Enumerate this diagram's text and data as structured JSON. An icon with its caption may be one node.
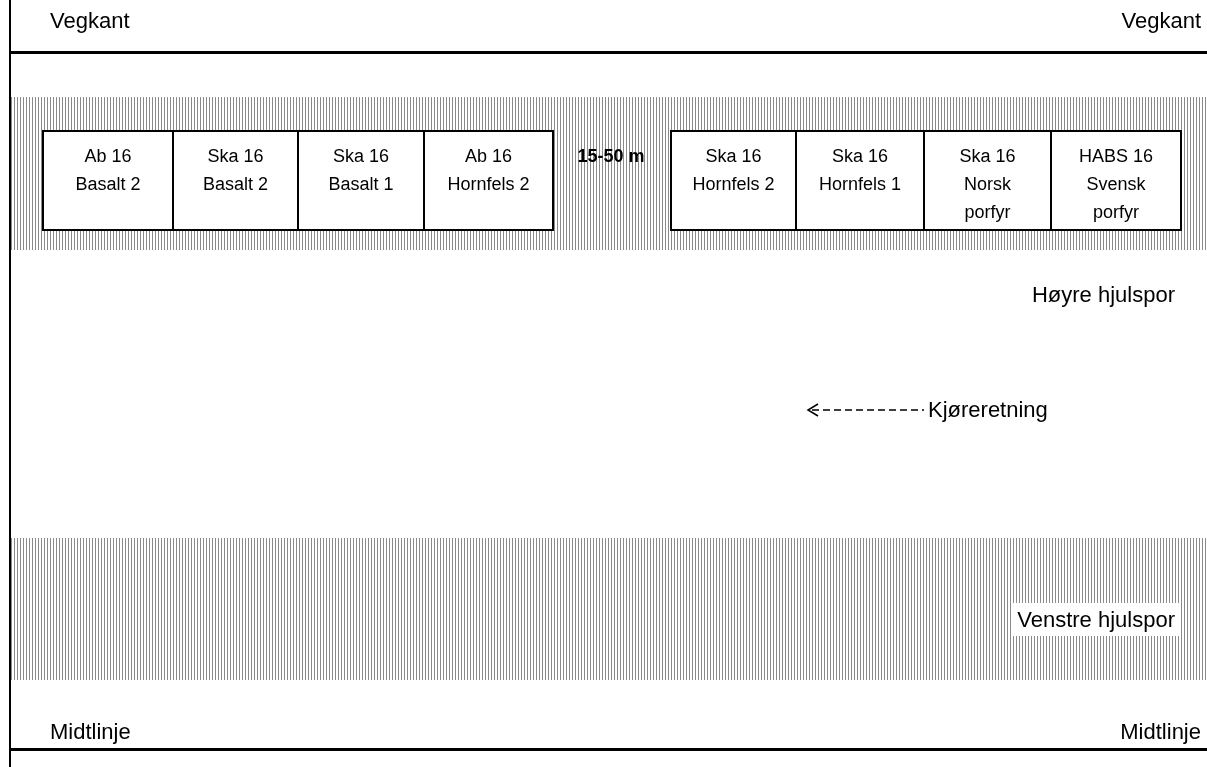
{
  "diagram": {
    "nodes": [
      {
        "text": [
          "Ab 16",
          "Basalt 2"
        ]
      },
      {
        "text": [
          "Ska 16",
          "Basalt 2"
        ]
      },
      {
        "text": [
          "Ska 16",
          "Basalt 1"
        ]
      },
      {
        "text": [
          "Ab 16",
          "Hornfels 2"
        ]
      },
      {
        "text": [
          "Ska 16",
          "Hornfels 2"
        ]
      },
      {
        "text": [
          "Ska 16",
          "Hornfels 1"
        ]
      },
      {
        "text": [
          "Ska 16",
          "Norsk porfyr"
        ]
      },
      {
        "text": [
          "HABS 16",
          "Svensk porfyr"
        ]
      }
    ],
    "edges": [],
    "labels": [
      "Vegkant",
      "Vegkant",
      "15-50 m",
      "Høyre hjulspor",
      "Kjøreretning",
      "Venstre hjulspor",
      "Midtlinje",
      "Midtlinje"
    ]
  }
}
